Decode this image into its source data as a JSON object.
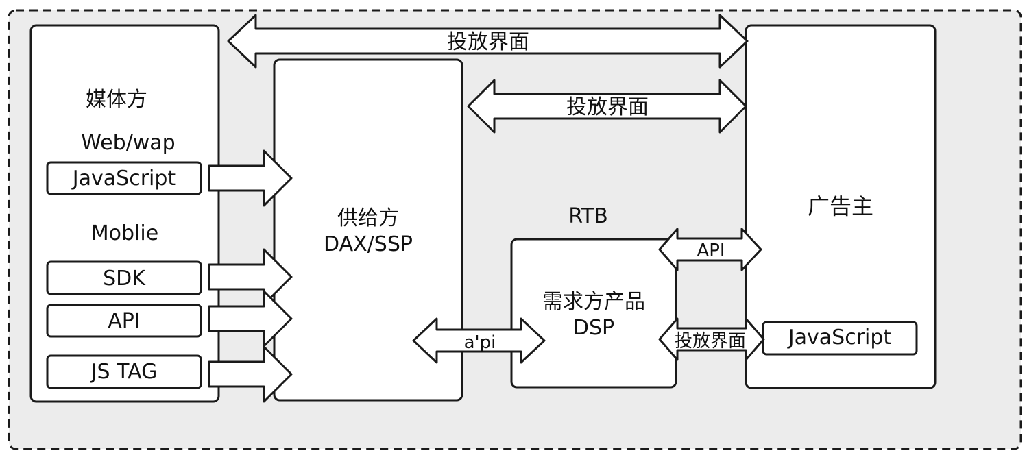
{
  "colors": {
    "frame_fill": "#ececec",
    "box_fill": "#ffffff",
    "stroke": "#1a1a1a",
    "text": "#111111"
  },
  "media": {
    "title": "媒体方",
    "web_label": "Web/wap",
    "web_items": [
      "JavaScript"
    ],
    "mobile_label": "Moblie",
    "mobile_items": [
      "SDK",
      "API",
      "JS TAG"
    ]
  },
  "supply": {
    "line1": "供给方",
    "line2": "DAX/SSP"
  },
  "rtb_label": "RTB",
  "dsp": {
    "line1": "需求方产品",
    "line2": "DSP"
  },
  "advertiser": {
    "title": "广告主",
    "item": "JavaScript"
  },
  "arrows": {
    "top": "投放界面",
    "ssp_advertiser": "投放界面",
    "ssp_dsp": "a'pi",
    "dsp_adv_api": "API",
    "dsp_adv_ui": "投放界面"
  }
}
